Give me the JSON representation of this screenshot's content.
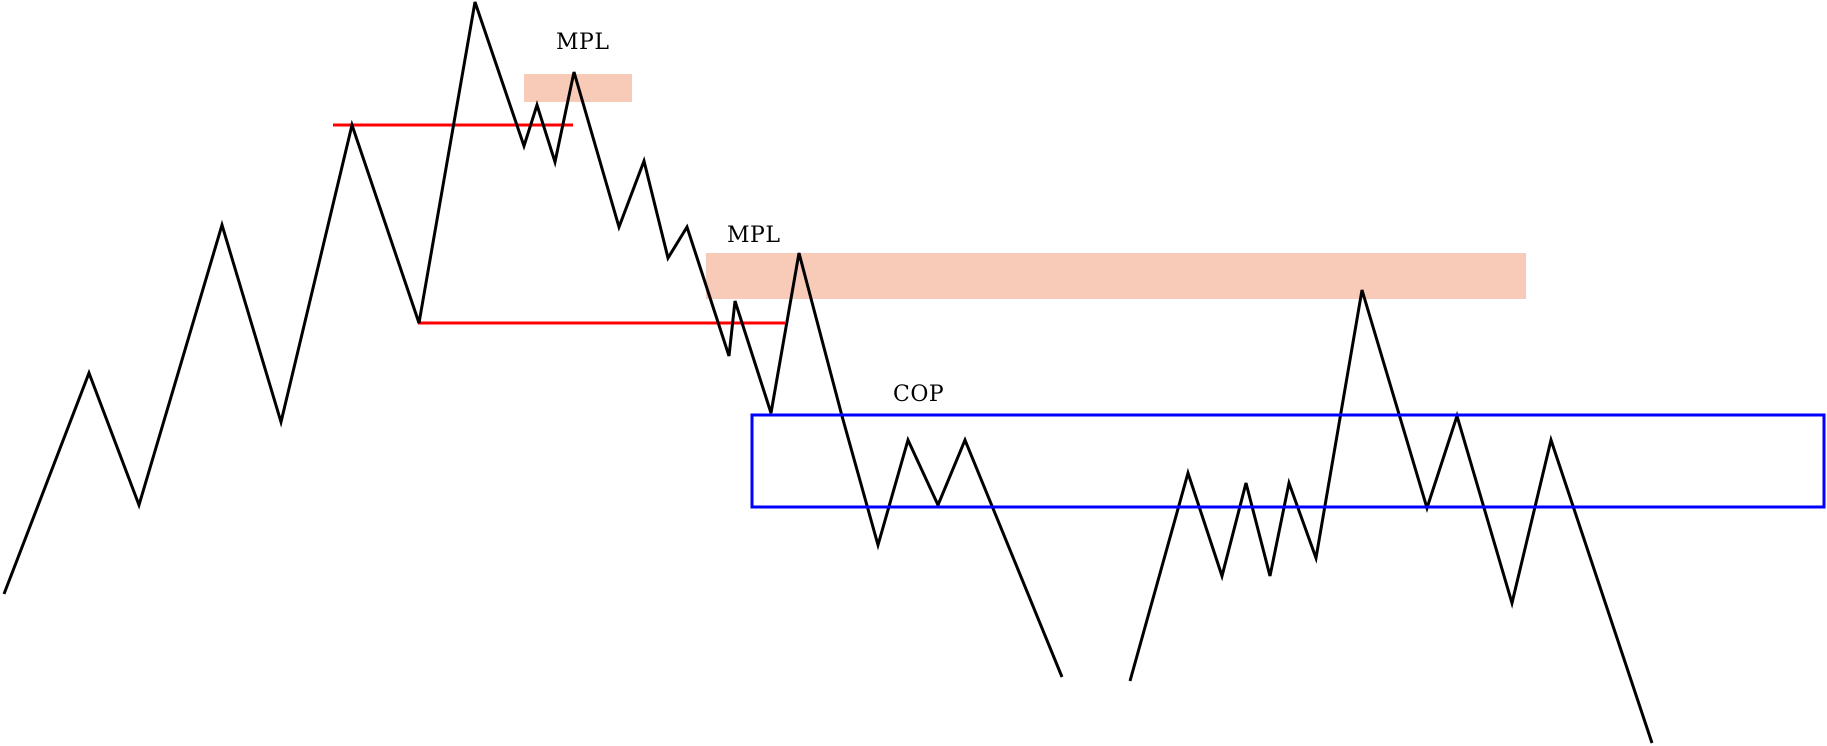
{
  "labels": {
    "mpl_upper": "MPL",
    "mpl_lower": "MPL",
    "cop": "COP"
  },
  "colors": {
    "background": "#ffffff",
    "price_path": "#000000",
    "level_line": "#ff0000",
    "mpl_zone": "#f7c2ad",
    "cop_zone": "#0000ff"
  }
}
